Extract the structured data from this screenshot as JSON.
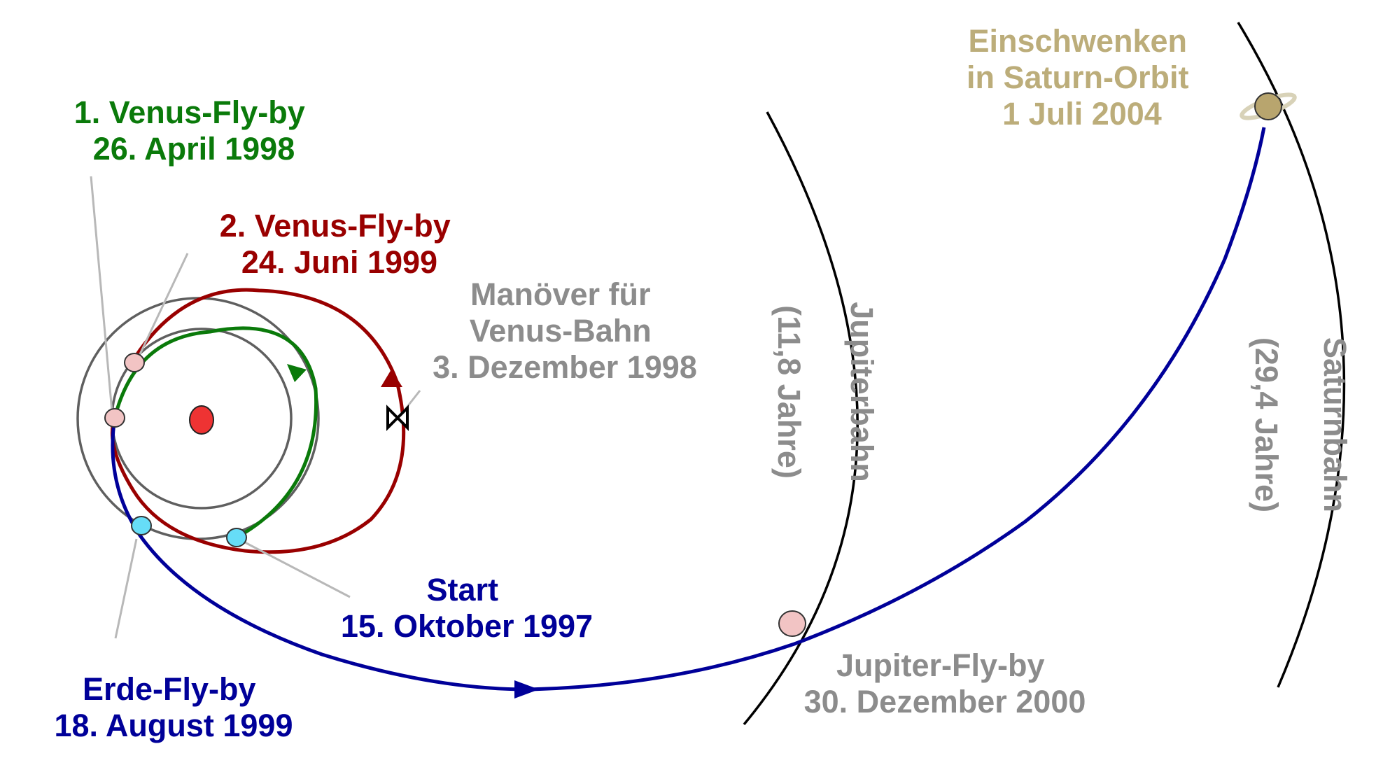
{
  "colors": {
    "green": "#0a7a0a",
    "red": "#990000",
    "blue": "#000099",
    "gray": "#8c8c8c",
    "gold": "#bcad7a",
    "black": "#000000",
    "sun": "#ee3333",
    "venus_earth_marker": "#f2c4c4",
    "earth_marker": "#66ddf7",
    "orbit_gray": "#5f5f5f"
  },
  "labels": {
    "venus1": {
      "line1": "1. Venus-Fly-by",
      "line2": "26. April 1998"
    },
    "venus2": {
      "line1": "2. Venus-Fly-by",
      "line2": "24. Juni 1999"
    },
    "maneuver": {
      "line1": "Manöver für",
      "line2": "Venus-Bahn",
      "line3": "3. Dezember 1998"
    },
    "start": {
      "line1": "Start",
      "line2": "15. Oktober 1997"
    },
    "earth_flyby": {
      "line1": "Erde-Fly-by",
      "line2": "18. August 1999"
    },
    "jupiter_flyby": {
      "line1": "Jupiter-Fly-by",
      "line2": "30. Dezember 2000"
    },
    "saturn_orbit": {
      "line1": "Einschwenken",
      "line2": "in Saturn-Orbit",
      "line3": "1 Juli 2004"
    },
    "jupiter_orbit": {
      "name": "Jupiterbahn",
      "period": "(11,8 Jahre)"
    },
    "saturn_orbit_path": {
      "name": "Saturnbahn",
      "period": "(29,4 Jahre)"
    }
  },
  "icons": [
    "sun-icon",
    "venus-marker-icon",
    "earth-marker-icon",
    "jupiter-marker-icon",
    "saturn-icon",
    "maneuver-icon",
    "direction-arrow-icon"
  ]
}
